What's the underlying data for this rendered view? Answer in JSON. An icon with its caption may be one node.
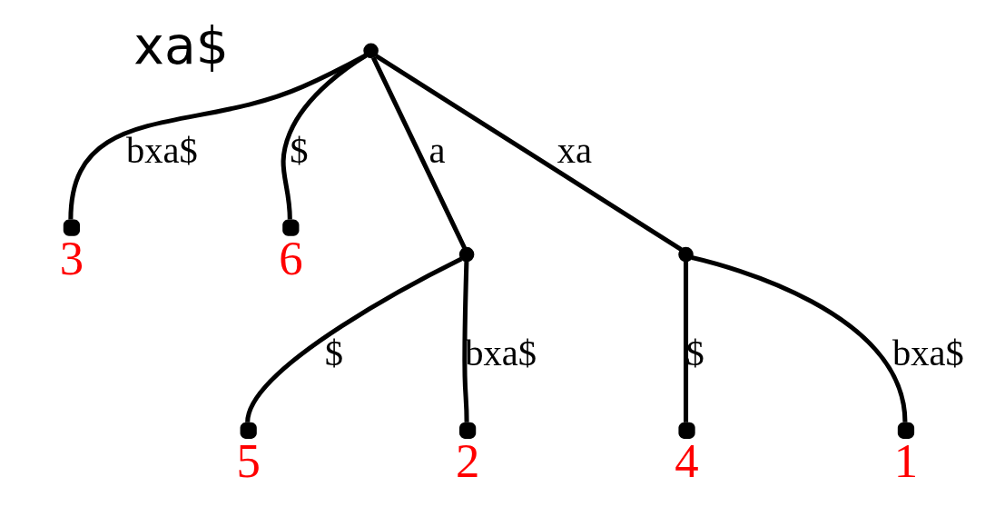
{
  "diagram": {
    "nodes": [
      {
        "text": [],
        "shape": "circle"
      },
      {
        "text": [],
        "shape": "circle",
        "beside": [
          "3"
        ]
      },
      {
        "text": [],
        "shape": "circle",
        "beside": [
          "6"
        ]
      },
      {
        "text": [],
        "shape": "circle"
      },
      {
        "text": [],
        "shape": "circle",
        "beside": [
          "5"
        ]
      },
      {
        "text": [],
        "shape": "circle",
        "beside": [
          "2"
        ]
      },
      {
        "text": [],
        "shape": "circle"
      },
      {
        "text": [],
        "shape": "circle",
        "beside": [
          "4"
        ]
      },
      {
        "text": [],
        "shape": "circle",
        "beside": [
          "1"
        ]
      }
    ],
    "edges": [
      {
        "from": 0,
        "to": 1,
        "arrow": "none",
        "label": "bxa$"
      },
      {
        "from": 0,
        "to": 2,
        "arrow": "none",
        "label": "$"
      },
      {
        "from": 0,
        "to": 3,
        "arrow": "none",
        "label": "a"
      },
      {
        "from": 3,
        "to": 4,
        "arrow": "none",
        "label": "$"
      },
      {
        "from": 3,
        "to": 5,
        "arrow": "none",
        "label": "bxa$"
      },
      {
        "from": 0,
        "to": 6,
        "arrow": "none",
        "label": "xa"
      },
      {
        "from": 6,
        "to": 7,
        "arrow": "none",
        "label": "$"
      },
      {
        "from": 6,
        "to": 8,
        "arrow": "none",
        "label": "bxa$"
      }
    ],
    "labels": [
      "xa$"
    ]
  }
}
